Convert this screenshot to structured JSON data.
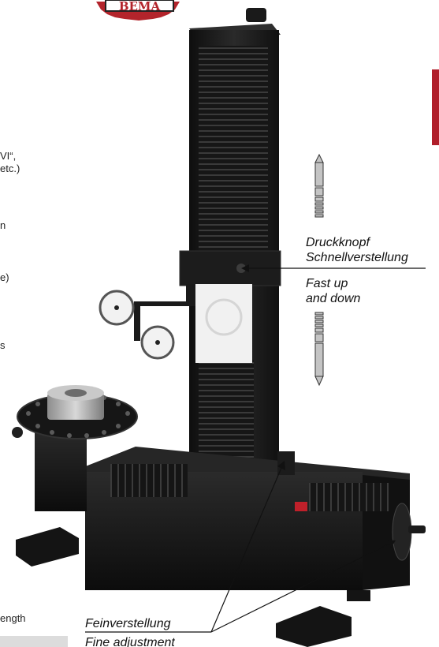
{
  "left_fragments": [
    "VI“,",
    "etc.)",
    "n",
    "e)",
    "s",
    "ength"
  ],
  "captions": {
    "fast_de_line1": "Druckknopf",
    "fast_de_line2": "Schnellverstellung",
    "fast_en_line1": "Fast up",
    "fast_en_line2": "and down",
    "fine_de": "Feinverstellung",
    "fine_en": "Fine adjustment"
  },
  "logo": {
    "text": "BEMA"
  },
  "colors": {
    "accent_red": "#b01e2a",
    "machine_black": "#1b1b1b",
    "logo_red": "#b3242b"
  }
}
